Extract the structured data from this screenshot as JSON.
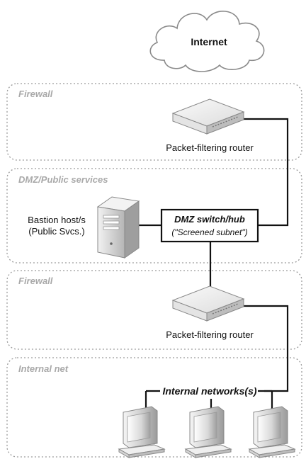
{
  "internet": {
    "label": "Internet"
  },
  "zones": {
    "firewall_outer": {
      "label": "Firewall"
    },
    "dmz": {
      "label": "DMZ/Public services"
    },
    "firewall_inner": {
      "label": "Firewall"
    },
    "internal": {
      "label": "Internal net"
    }
  },
  "devices": {
    "outer_router": {
      "label": "Packet-filtering router"
    },
    "inner_router": {
      "label": "Packet-filtering router"
    },
    "bastion": {
      "label_line1": "Bastion host/s",
      "label_line2": "(Public Svcs.)"
    },
    "dmz_switch": {
      "title": "DMZ switch/hub",
      "subtitle": "(\"Screened subnet\")"
    },
    "internal_networks": {
      "label": "Internal networks(s)"
    }
  },
  "colors": {
    "zone_border": "#9a9a9a",
    "zone_label": "#a9a9a9",
    "line": "#111111",
    "device_fill": "#e6e6e6",
    "device_top": "#f2f2f2",
    "device_side": "#c9c9c9"
  }
}
